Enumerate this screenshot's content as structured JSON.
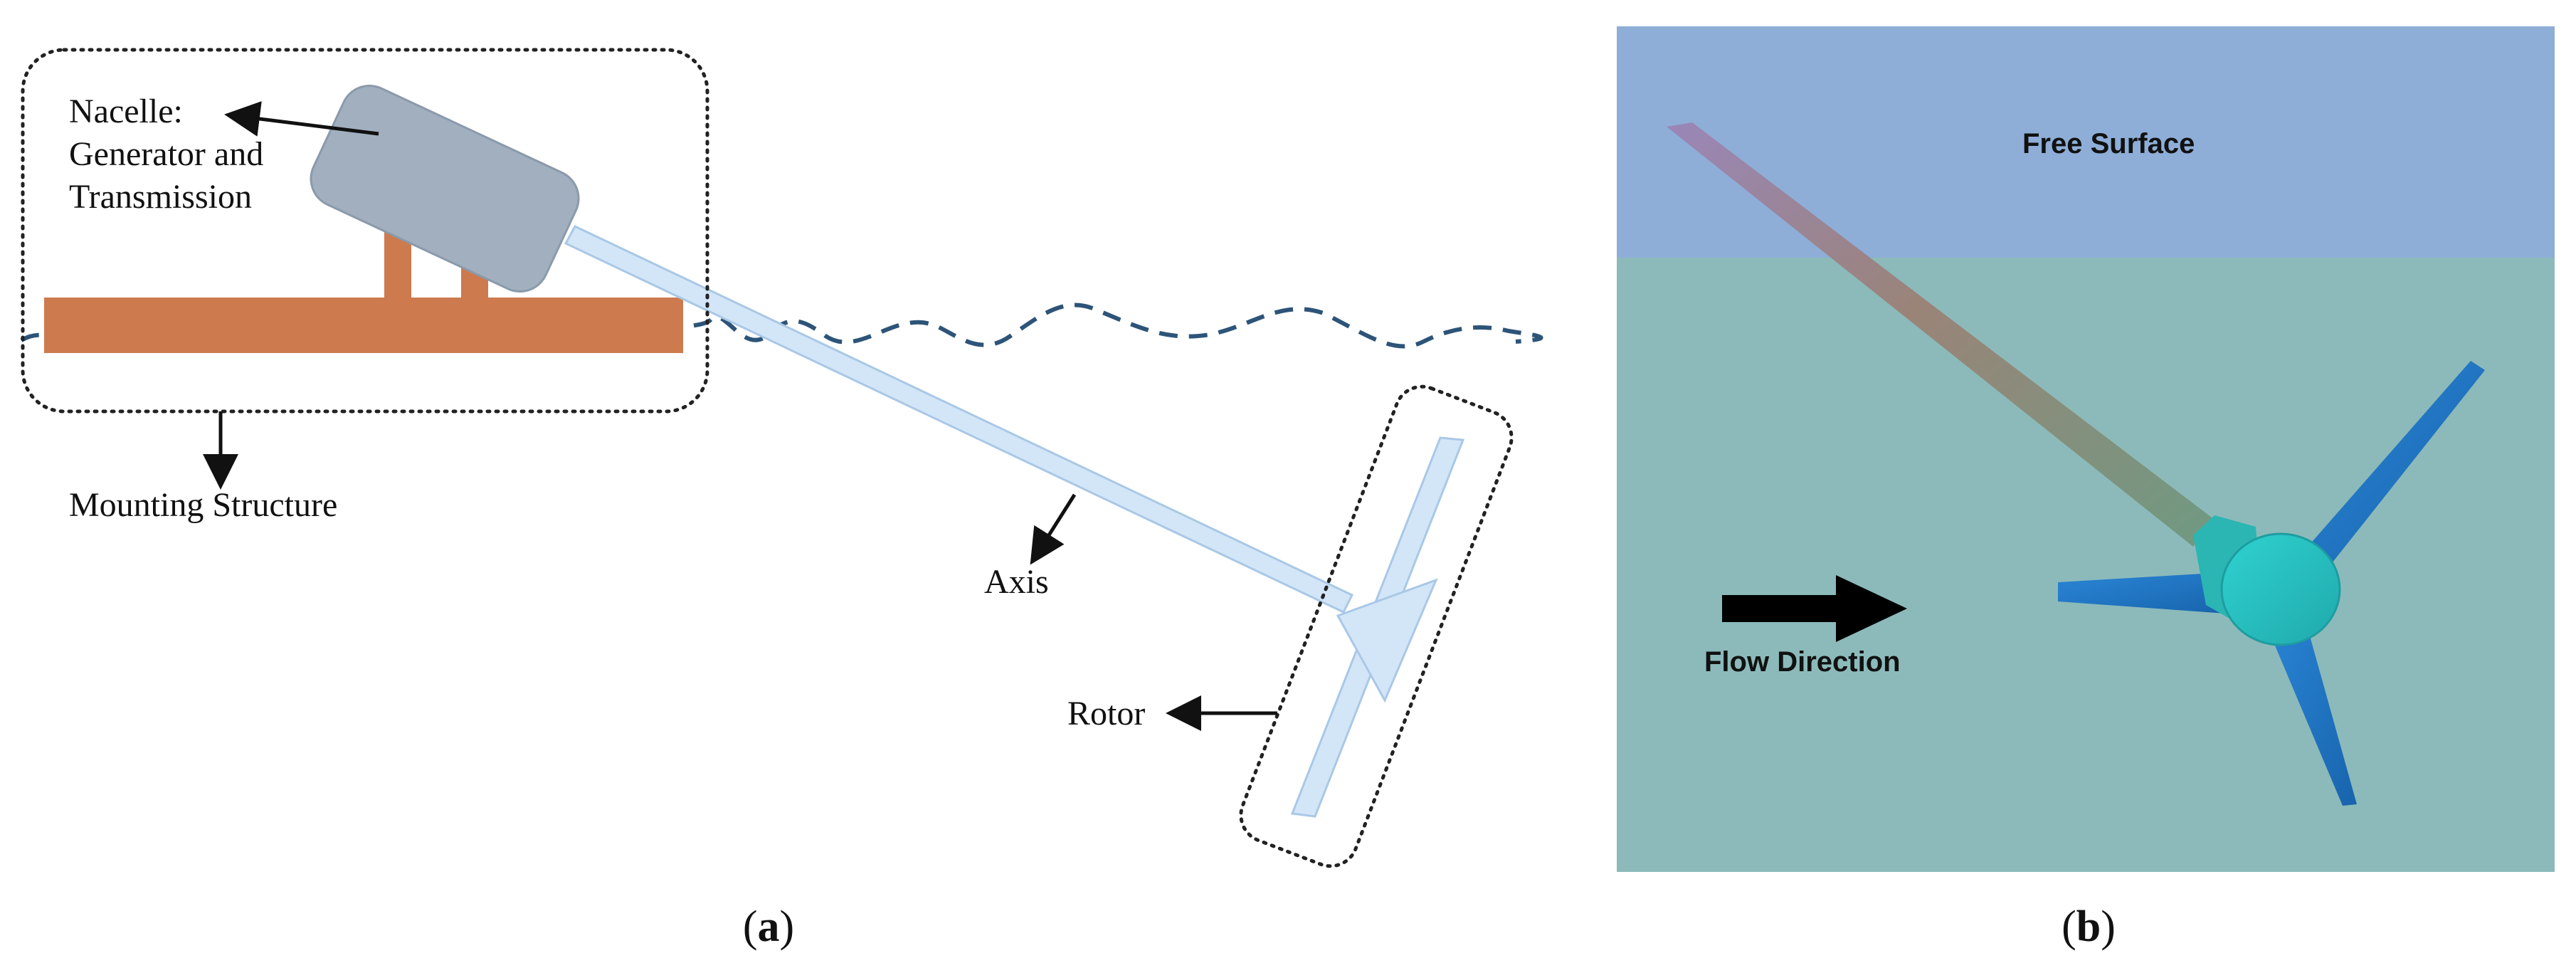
{
  "panel_a": {
    "labels": {
      "nacelle_line1": "Nacelle:",
      "nacelle_line2": "Generator and",
      "nacelle_line3": "Transmission",
      "mounting_structure": "Mounting Structure",
      "axis": "Axis",
      "rotor": "Rotor"
    },
    "caption": {
      "open": "(",
      "letter": "a",
      "close": ")"
    }
  },
  "panel_b": {
    "labels": {
      "free_surface": "Free Surface",
      "flow_direction": "Flow Direction"
    },
    "caption": {
      "open": "(",
      "letter": "b",
      "close": ")"
    }
  },
  "colors": {
    "structure_orange": "#cd7a4e",
    "nacelle_gray": "#a1afbf",
    "axis_blue": "#d3e6f8",
    "wave_dash": "#2d5478",
    "sky": "#8eaed8",
    "water": "#8cbaba",
    "blade_blue": "#1f78c8",
    "hub_teal": "#26bcbf"
  }
}
